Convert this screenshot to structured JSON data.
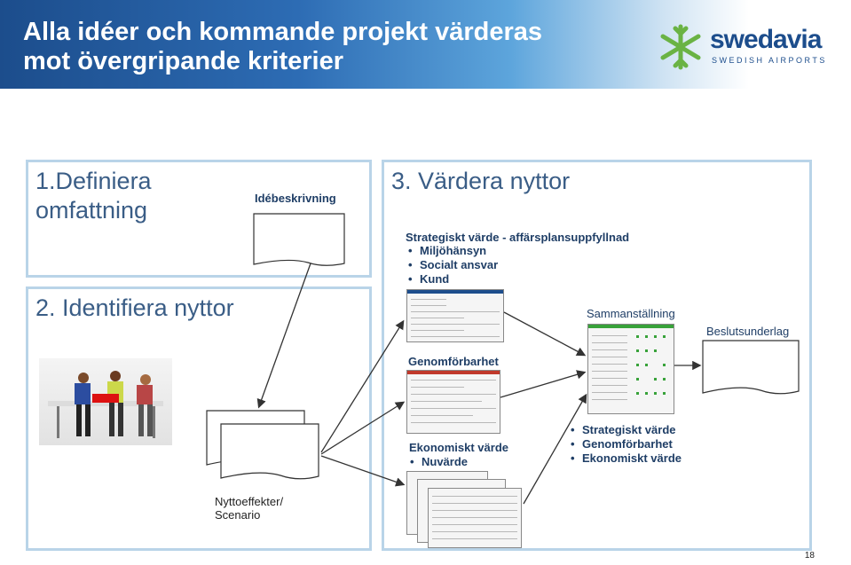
{
  "header": {
    "title_line1": "Alla idéer och kommande projekt värderas",
    "title_line2": "mot övergripande kriterier"
  },
  "logo": {
    "wordmark": "swedavia",
    "subline": "SWEDISH AIRPORTS",
    "icon": "snowflake-icon",
    "colors": {
      "icon": "#6ab344",
      "text": "#1c4d8c"
    }
  },
  "steps": {
    "step1_line1": "1.Definiera",
    "step1_line2": "omfattning",
    "step2": "2. Identifiera nyttor",
    "step3": "3. Värdera nyttor"
  },
  "labels": {
    "idebeskrivning": "Idébeskrivning",
    "strategiskt_header": "Strategiskt värde - affärsplansuppfyllnad",
    "strategiskt_items": [
      "Miljöhänsyn",
      "Socialt ansvar",
      "Kund"
    ],
    "sammanstallning": "Sammanställning",
    "beslutsunderlag": "Beslutsunderlag",
    "genomforbarhet": "Genomförbarhet",
    "ekonomiskt_header": "Ekonomiskt värde",
    "ekonomiskt_items": [
      "Nuvärde"
    ],
    "summary_items": [
      "Strategiskt värde",
      "Genomförbarhet",
      "Ekonomiskt värde"
    ],
    "nyttoeffekter_line1": "Nyttoeffekter/",
    "nyttoeffekter_line2": "Scenario"
  },
  "page_number": "18",
  "colors": {
    "panel_border": "#b9d4e8",
    "header_dark": "#1c4d8c",
    "step_text": "#3a5d86",
    "label_text": "#1f3e66"
  }
}
